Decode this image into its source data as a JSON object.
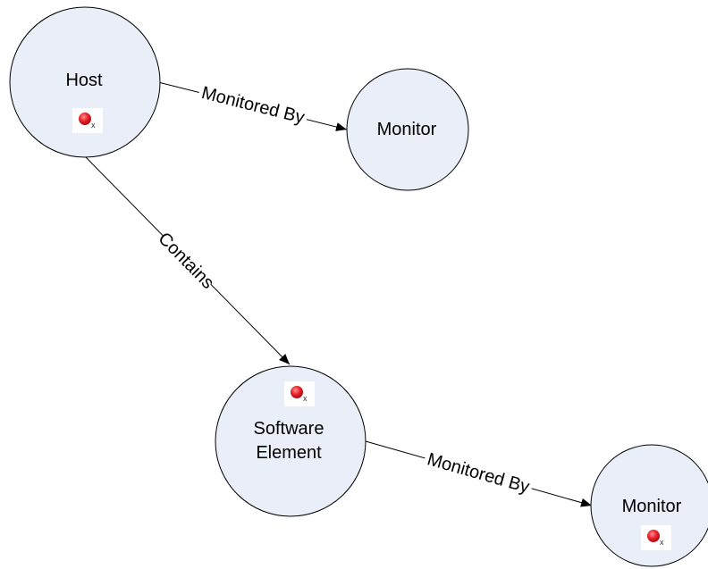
{
  "nodes": {
    "host": {
      "label": "Host",
      "status_icon": "red-error-dot-icon"
    },
    "monitor_top": {
      "label": "Monitor"
    },
    "software_element": {
      "label_line1": "Software",
      "label_line2": "Element",
      "status_icon": "red-error-dot-icon"
    },
    "monitor_bottom": {
      "label": "Monitor",
      "status_icon": "red-error-dot-icon"
    }
  },
  "edges": {
    "host_monitor": {
      "label": "Monitored By"
    },
    "host_software": {
      "label": "Contains"
    },
    "software_monitor": {
      "label": "Monitored By"
    }
  },
  "colors": {
    "node_fill": "#e9eef8",
    "status_dot": "#e8202a"
  }
}
